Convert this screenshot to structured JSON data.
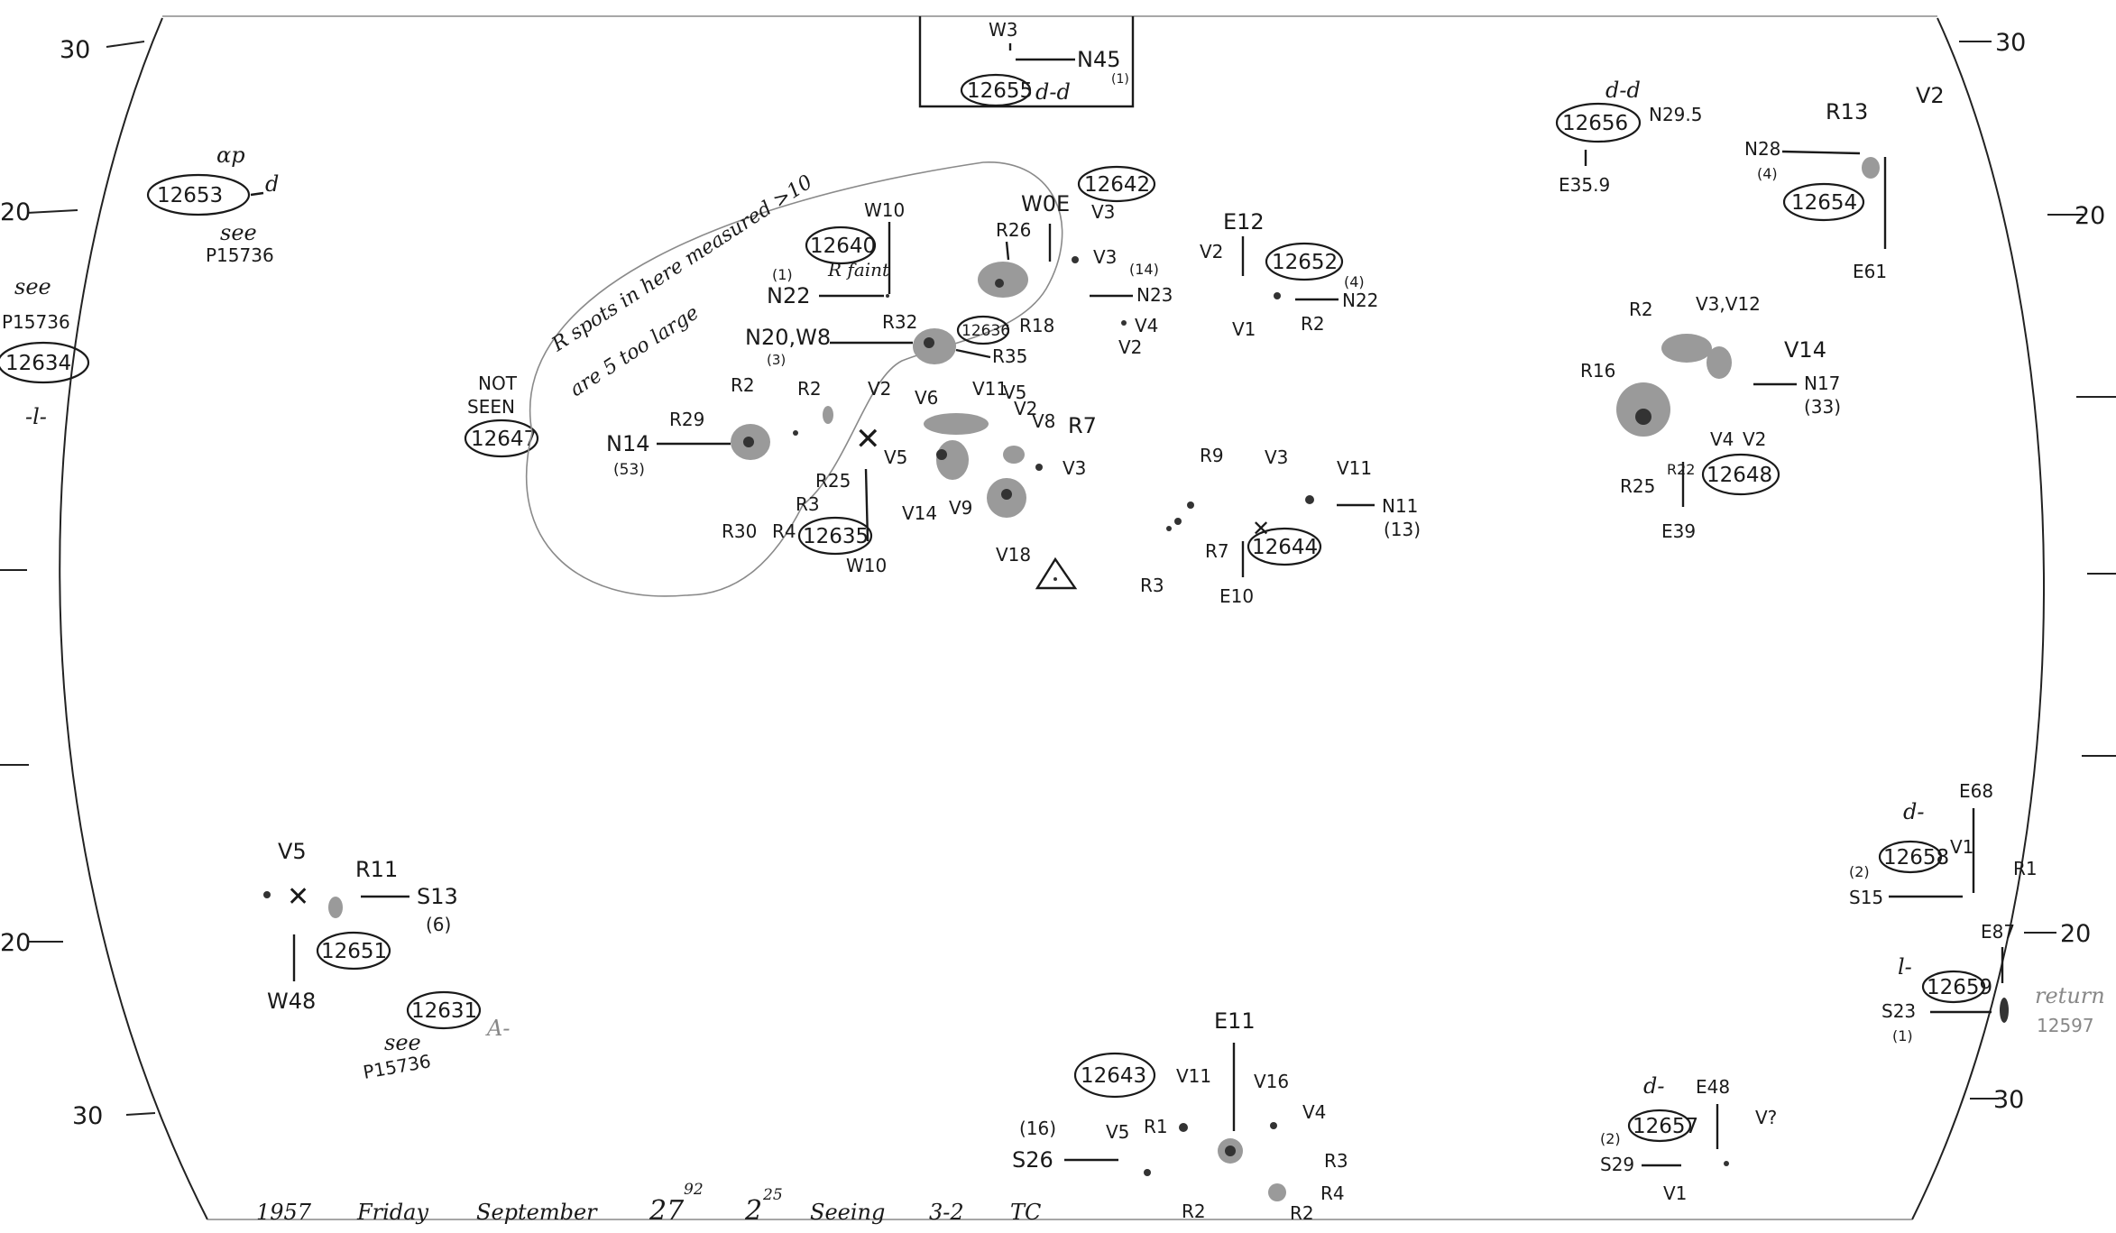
{
  "scale": {
    "left_30_top": "30",
    "left_20_top": "20",
    "left_20_bottom": "20",
    "left_30_bottom": "30",
    "right_30_top": "30",
    "right_20_top": "20",
    "right_20_bottom": "20",
    "right_30_bottom": "30"
  },
  "footer": {
    "year": "1957",
    "day": "Friday",
    "month": "September",
    "date": "27",
    "date_sup": "92",
    "hour": "2",
    "hour_sup": "25",
    "seeing_label": "Seeing",
    "seeing_value": "3-2",
    "observer": "TC"
  },
  "top_box": {
    "w": "W3",
    "n": "N45",
    "n_count": "(1)",
    "region": "12655",
    "class": "d-d"
  },
  "regions": {
    "r12653": {
      "id": "12653",
      "class": "d",
      "above": "αp",
      "note1": "see",
      "note2": "P15736"
    },
    "r12634": {
      "id": "12634",
      "class": "-l-",
      "note1": "see",
      "note2": "P15736"
    },
    "r12647": {
      "id": "12647",
      "status1": "NOT",
      "status2": "SEEN",
      "pencil_note1": "R spots in here measured >10",
      "pencil_note2": "are 5 too large"
    },
    "r12640": {
      "id": "12640",
      "count": "(1)",
      "n": "N22",
      "w": "W10",
      "faint": "R faint"
    },
    "r12636": {
      "id": "12636",
      "n": "N20,W8",
      "count": "(3)",
      "r_a": "R32",
      "r_b": "R35",
      "r_c": "R18"
    },
    "r12642": {
      "id": "12642",
      "w": "W0E",
      "v_a": "V3",
      "v_b": "V3",
      "count": "(14)",
      "n": "N23",
      "v_c": "V4",
      "v_d": "V2",
      "r": "R26"
    },
    "r12652": {
      "id": "12652",
      "e": "E12",
      "v_a": "V2",
      "count": "(4)",
      "n": "N22",
      "v_b": "V1",
      "r": "R2"
    },
    "r12656": {
      "id": "12656",
      "class": "d-d",
      "n": "N29.5",
      "e": "E35.9"
    },
    "r12654": {
      "id": "12654",
      "r": "R13",
      "v": "V2",
      "n": "N28",
      "count": "(4)",
      "e": "E61"
    },
    "r12635": {
      "id": "12635",
      "n": "N14",
      "count": "(53)",
      "r29": "R29",
      "r2a": "R2",
      "r2b": "R2",
      "v2": "V2",
      "r30": "R30",
      "r4": "R4",
      "r3": "R3",
      "r25": "R25",
      "v5a": "V5",
      "v6": "V6",
      "v11": "V11",
      "v5b": "V5",
      "v2b": "V2",
      "v8": "V8",
      "r7": "R7",
      "v3": "V3",
      "v14": "V14",
      "v9": "V9",
      "v18": "V18",
      "w": "W10"
    },
    "r12644": {
      "id": "12644",
      "r9": "R9",
      "v3": "V3",
      "v11": "V11",
      "n": "N11",
      "count": "(13)",
      "r7": "R7",
      "r3": "R3",
      "e": "E10"
    },
    "r12648": {
      "id": "12648",
      "r2": "R2",
      "v3": "V3,V12",
      "v14": "V14",
      "r16": "R16",
      "n": "N17",
      "count": "(33)",
      "v4": "V4",
      "v2": "V2",
      "r22": "R22",
      "r25": "R25",
      "e": "E39"
    },
    "r12651": {
      "id": "12651",
      "v5": "V5",
      "r11": "R11",
      "s": "S13",
      "count": "(6)",
      "w": "W48"
    },
    "r12631": {
      "id": "12631",
      "class": "A-",
      "note1": "see",
      "note2": "P15736"
    },
    "r12643": {
      "id": "12643",
      "e": "E11",
      "count": "(16)",
      "s": "S26",
      "v5": "V5",
      "r1": "R1",
      "v11": "V11",
      "v16": "V16",
      "v4": "V4",
      "r3": "R3",
      "r4": "R4",
      "r2a": "R2",
      "r2b": "R2"
    },
    "r12657": {
      "id": "12657",
      "class": "d-",
      "e": "E48",
      "count": "(2)",
      "s": "S29",
      "v": "V?",
      "v1": "V1"
    },
    "r12658": {
      "id": "12658",
      "class": "d-",
      "e": "E68",
      "count": "(2)",
      "v1": "V1",
      "r1": "R1",
      "s": "S15"
    },
    "r12659": {
      "id": "12659",
      "class": "l-",
      "e": "E87",
      "s": "S23",
      "count": "(1)",
      "note1": "return",
      "note2": "12597"
    }
  }
}
